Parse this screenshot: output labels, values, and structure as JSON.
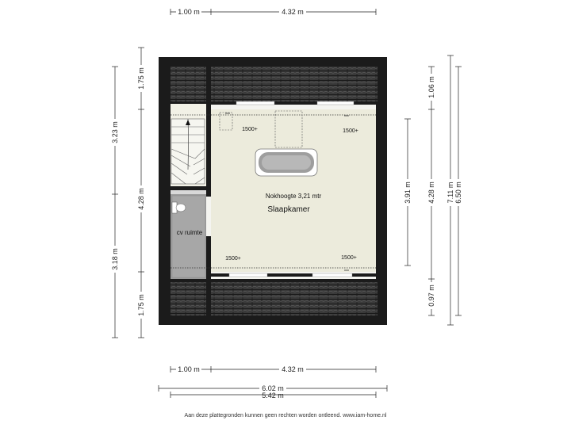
{
  "rooms": {
    "bedroom": "Slaapkamer",
    "ridge_height": "Nokhoogte 3,21 mtr",
    "utility": "cv ruimte"
  },
  "headroom": {
    "top_left": "1500+",
    "top_right": "1500+",
    "bottom_left": "1500+",
    "bottom_right": "1500+"
  },
  "dimensions": {
    "top_1": "1.00 m",
    "top_2": "4.32 m",
    "bottom_1": "1.00 m",
    "bottom_2": "4.32 m",
    "bottom_total_a": "6.02 m",
    "bottom_total_b": "5.42 m",
    "left_outer_1": "3.23 m",
    "left_outer_2": "3.18 m",
    "left_inner_1": "1.75 m",
    "left_inner_2": "4.28 m",
    "left_inner_3": "1.75 m",
    "right_1": "3.91 m",
    "right_2a": "1.06 m",
    "right_2b": "4.28 m",
    "right_2c": "0.97 m",
    "right_3": "7.11 m",
    "right_4": "6.50 m"
  },
  "footer": "Aan deze plattegronden kunnen geen rechten worden ontleend. www.iam-home.nl"
}
